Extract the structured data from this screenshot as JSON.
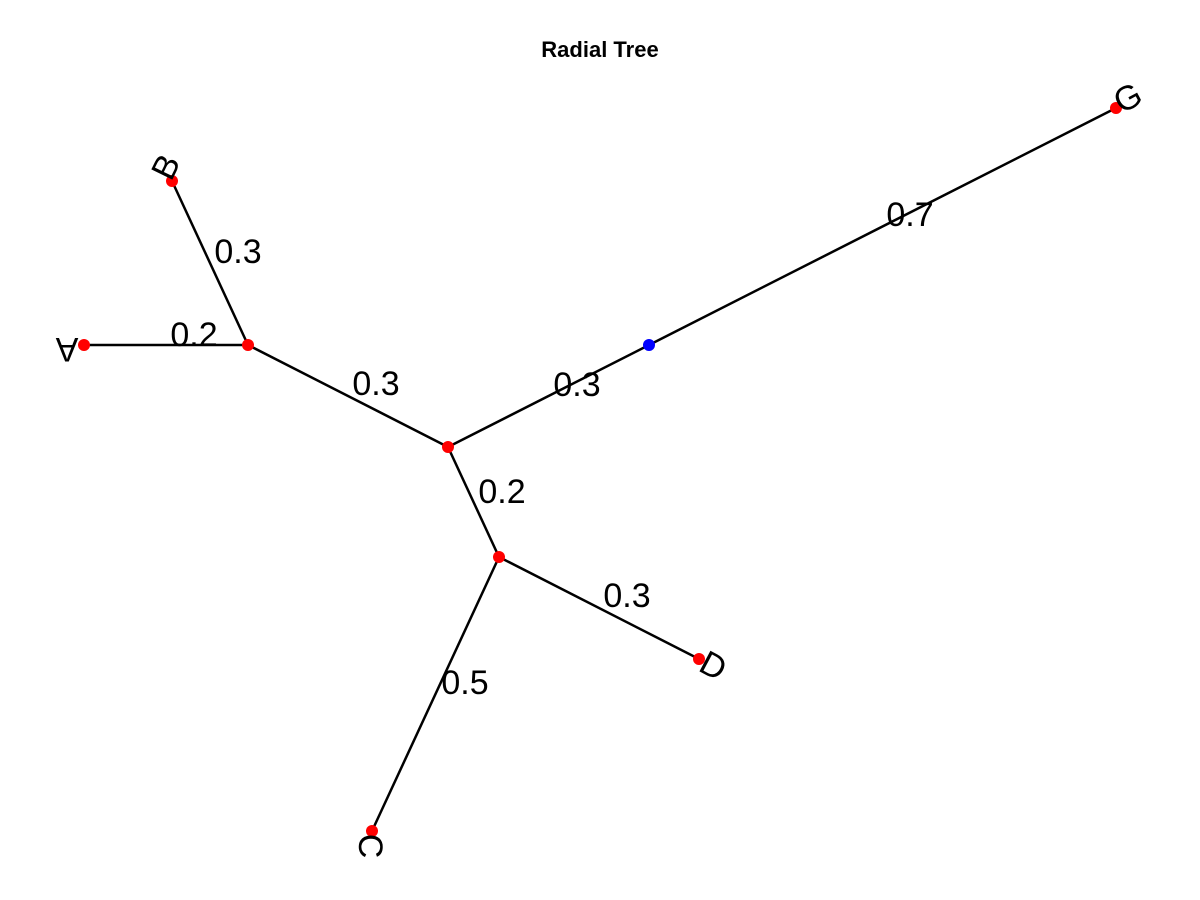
{
  "title": "Radial Tree",
  "colors": {
    "edge": "#000000",
    "node_default": "#ff0000",
    "node_highlight": "#0000ff"
  },
  "tree": {
    "nodes": [
      {
        "id": "root",
        "label": "",
        "color": "#ff0000"
      },
      {
        "id": "n_ab",
        "label": "",
        "color": "#ff0000"
      },
      {
        "id": "n_cd",
        "label": "",
        "color": "#ff0000"
      },
      {
        "id": "n_g",
        "label": "",
        "color": "#0000ff"
      },
      {
        "id": "A",
        "label": "A",
        "color": "#ff0000"
      },
      {
        "id": "B",
        "label": "B",
        "color": "#ff0000"
      },
      {
        "id": "C",
        "label": "C",
        "color": "#ff0000"
      },
      {
        "id": "D",
        "label": "D",
        "color": "#ff0000"
      },
      {
        "id": "G",
        "label": "G",
        "color": "#ff0000"
      }
    ],
    "edges": [
      {
        "from": "root",
        "to": "n_ab",
        "length": "0.3"
      },
      {
        "from": "n_ab",
        "to": "A",
        "length": "0.2"
      },
      {
        "from": "n_ab",
        "to": "B",
        "length": "0.3"
      },
      {
        "from": "root",
        "to": "n_cd",
        "length": "0.2"
      },
      {
        "from": "n_cd",
        "to": "C",
        "length": "0.5"
      },
      {
        "from": "n_cd",
        "to": "D",
        "length": "0.3"
      },
      {
        "from": "root",
        "to": "n_g",
        "length": "0.3"
      },
      {
        "from": "n_g",
        "to": "G",
        "length": "0.7"
      }
    ]
  }
}
